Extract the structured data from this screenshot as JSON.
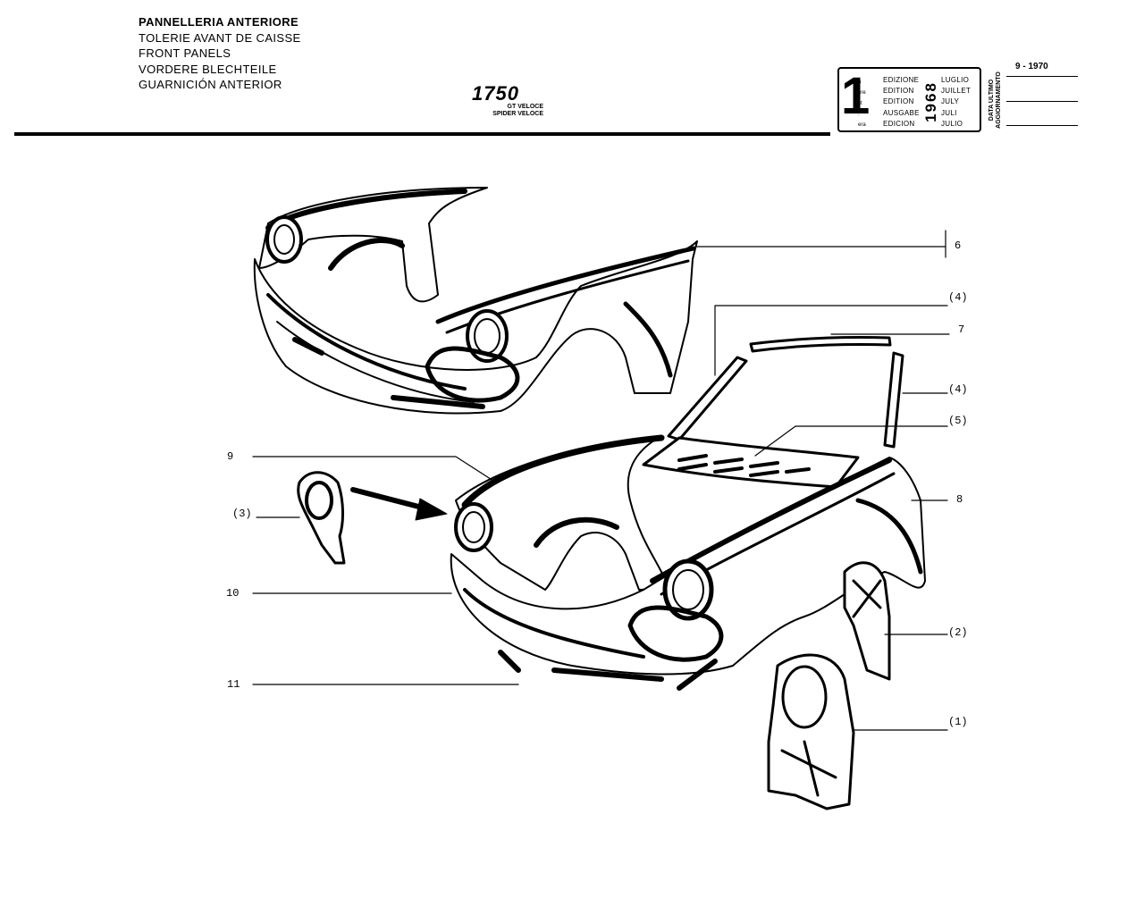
{
  "header": {
    "titles": [
      "PANNELLERIA ANTERIORE",
      "TOLERIE AVANT DE CAISSE",
      "FRONT PANELS",
      "VORDERE BLECHTEILE",
      "GUARNICIÓN ANTERIOR"
    ],
    "model": "1750",
    "variants": [
      "GT VELOCE",
      "SPIDER VELOCE"
    ]
  },
  "edition": {
    "number": "1",
    "suffixes": [
      "a",
      "ere",
      "st",
      ".",
      "era"
    ],
    "words": [
      "EDIZIONE",
      "EDITION",
      "EDITION",
      "AUSGABE",
      "EDICION"
    ],
    "year": "1968",
    "months": [
      "LUGLIO",
      "JUILLET",
      "JULY",
      "JULI",
      "JULIO"
    ]
  },
  "update": {
    "label_line1": "DATA ULTIMO",
    "label_line2": "AGGIORNAMENTO",
    "date": "9 - 1970"
  },
  "callouts": {
    "c6": "6",
    "c4a": "(4)",
    "c7": "7",
    "c4b": "(4)",
    "c5": "(5)",
    "c9": "9",
    "c3": "(3)",
    "c8": "8",
    "c10": "10",
    "c2": "(2)",
    "c11": "11",
    "c1": "(1)"
  }
}
